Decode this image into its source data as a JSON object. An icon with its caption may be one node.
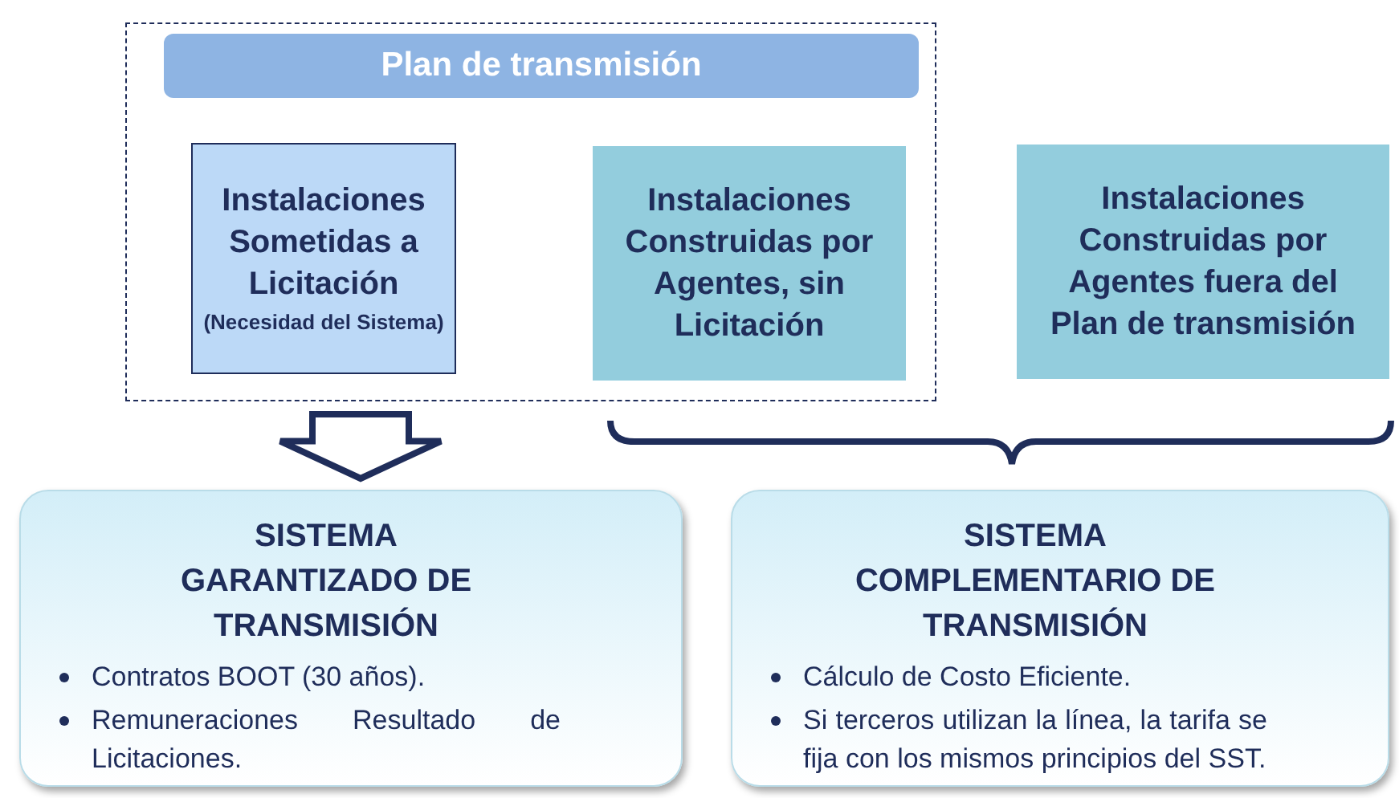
{
  "diagram": {
    "nodes": [
      {
        "text": [],
        "shape": "box"
      },
      {
        "text": [
          "Plan de transmisión"
        ],
        "in": 0
      },
      {
        "text": [
          "Instalaciones Sometidas a Licitación",
          "(Necesidad del Sistema)"
        ],
        "in": 0
      },
      {
        "text": [
          "Instalaciones Construidas por Agentes, sin Licitación"
        ],
        "in": 0
      },
      {
        "text": [
          "Instalaciones Construidas por Agentes fuera del Plan de transmisión"
        ]
      },
      {
        "text": [
          "SISTEMA GARANTIZADO DE TRANSMISIÓN",
          "Contratos BOOT (30 años).",
          "Remuneraciones Resultado de Licitaciones."
        ]
      },
      {
        "text": [
          "SISTEMA COMPLEMENTARIO DE TRANSMISIÓN",
          "Cálculo de Costo Eficiente.",
          "Si terceros utilizan la línea, la tarifa se fija con los mismos principios del SST."
        ]
      }
    ],
    "edges": [
      {
        "from": 0,
        "to": 5,
        "arrow": "to"
      }
    ]
  }
}
